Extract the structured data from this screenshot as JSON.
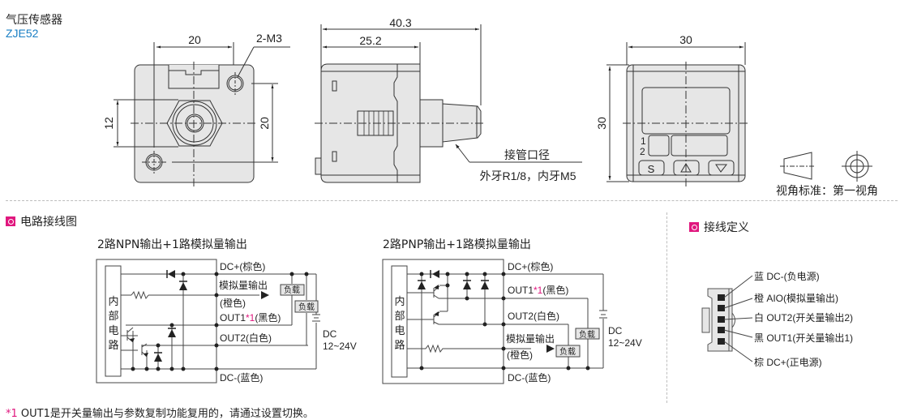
{
  "header": {
    "product_name": "气压传感器",
    "model": "ZJE52"
  },
  "drawing": {
    "front_view": {
      "width_dim": "20",
      "hole_spec": "2-M3",
      "height_dim_left": "12",
      "height_dim_right": "20"
    },
    "side_view": {
      "total_length": "40.3",
      "body_length": "25.2",
      "port_label": "接管口径",
      "port_spec": "外牙R1/8，内牙M5"
    },
    "panel_view": {
      "width_dim": "30",
      "height_dim": "30",
      "indicator_1": "1",
      "indicator_2": "2",
      "btn_s": "S",
      "btn_up": "△",
      "btn_down": "▽"
    },
    "projection": {
      "label": "视角标准：第一视角"
    }
  },
  "circuit_section": {
    "title": "电路接线图",
    "npn": {
      "title": "2路NPN输出+1路模拟量输出",
      "internal_label": [
        "内",
        "部",
        "电",
        "路"
      ],
      "dc_plus": "DC+(棕色)",
      "analog_1": "模拟量输出",
      "analog_2": "(橙色)",
      "out1_prefix": "OUT1",
      "out1_mark": "*1",
      "out1_suffix": "(黑色)",
      "out2": "OUT2(白色)",
      "dc_minus": "DC-(蓝色)",
      "load": "负载",
      "supply_1": "DC",
      "supply_2": "12~24V"
    },
    "pnp": {
      "title": "2路PNP输出+1路模拟量输出",
      "internal_label": [
        "内",
        "部",
        "电",
        "路"
      ],
      "dc_plus": "DC+(棕色)",
      "out1_prefix": "OUT1",
      "out1_mark": "*1",
      "out1_suffix": "(黑色)",
      "out2": "OUT2(白色)",
      "analog_1": "模拟量输出",
      "analog_2": "(橙色)",
      "dc_minus": "DC-(蓝色)",
      "load": "负载",
      "supply_1": "DC",
      "supply_2": "12~24V"
    }
  },
  "wiring_section": {
    "title": "接线定义",
    "pins": [
      "蓝 DC-(负电源)",
      "橙 AIO(模拟量输出)",
      "白 OUT2(开关量输出2)",
      "黑 OUT1(开关量输出1)",
      "棕 DC+(正电源)"
    ]
  },
  "footnote": {
    "mark": "*1",
    "text": " OUT1是开关量输出与参数复制功能复用的，请通过设置切换。"
  },
  "colors": {
    "accent_pink": "#e0177e",
    "model_blue": "#1a7fc4",
    "body_fill": "#e6e6e6"
  }
}
